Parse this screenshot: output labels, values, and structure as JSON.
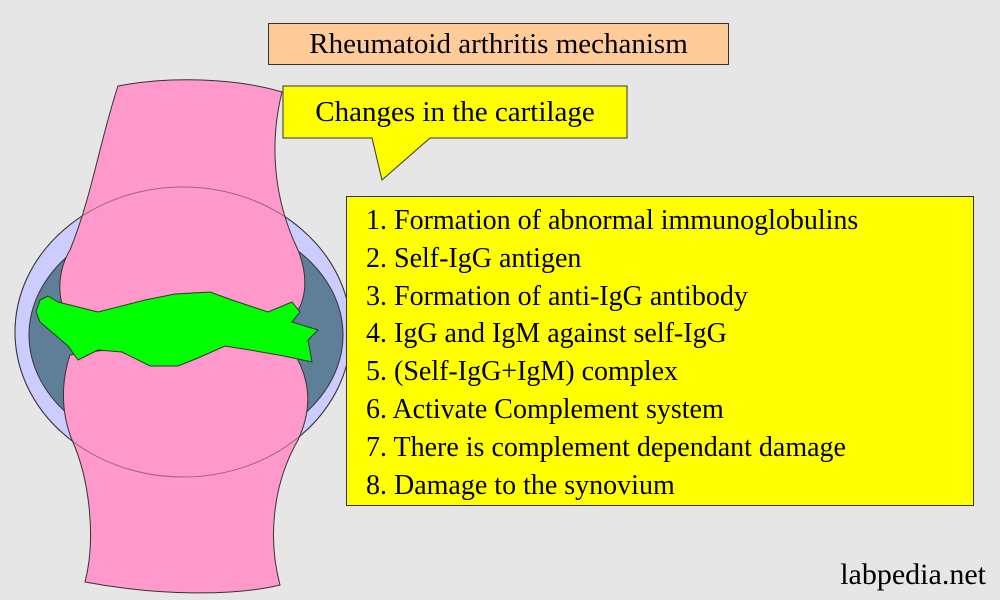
{
  "title": "Rheumatoid arthritis mechanism",
  "callout": "Changes in the cartilage",
  "steps": [
    "1. Formation of abnormal immunoglobulins",
    "2. Self-IgG antigen",
    "3. Formation of anti-IgG antibody",
    "4. IgG and IgM against self-IgG",
    "5. (Self-IgG+IgM) complex",
    "6. Activate Complement system",
    "7. There is complement dependant damage",
    "8. Damage to the synovium"
  ],
  "watermark": "labpedia.net",
  "colors": {
    "background": "#e6e6e6",
    "bone": "#ff99cc",
    "joint_capsule": "#ccccff",
    "synovial_cavity": "#5f7f99",
    "cartilage": "#00ff00",
    "title_box": "#ffcc99",
    "callout_box": "#ffff00",
    "steps_box": "#ffff00"
  }
}
